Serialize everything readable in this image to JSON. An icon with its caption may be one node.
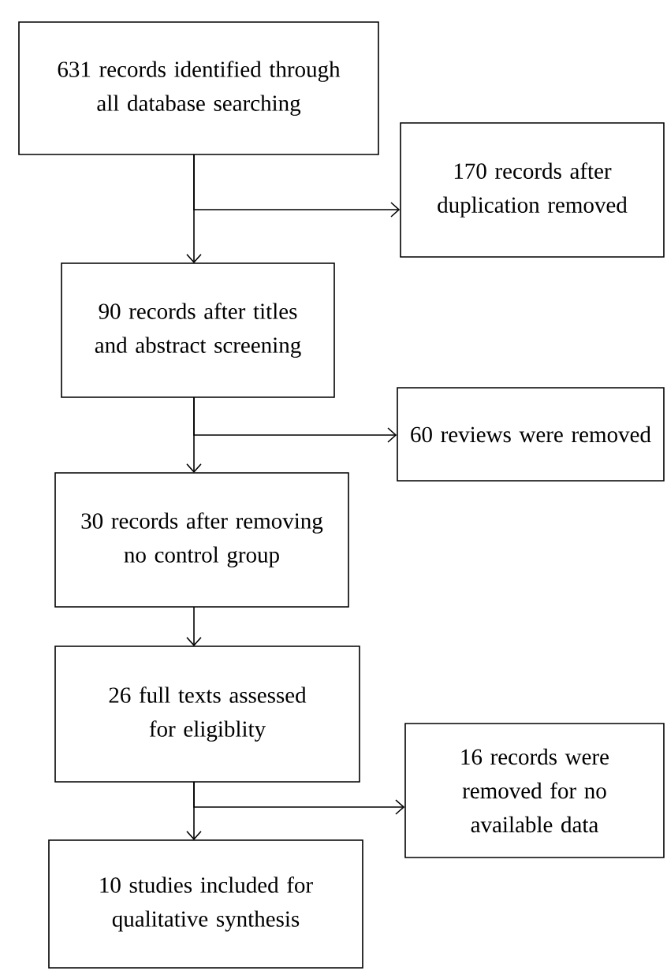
{
  "diagram": {
    "nodes": [
      {
        "text": [
          "631 records identified through all database searching"
        ]
      },
      {
        "text": [
          "170 records after duplication removed"
        ]
      },
      {
        "text": [
          "90 records after titles and abstract screening"
        ]
      },
      {
        "text": [
          "60 reviews were removed"
        ]
      },
      {
        "text": [
          "30 records after removing no control group"
        ]
      },
      {
        "text": [
          "26 full texts assessed for eligiblity"
        ]
      },
      {
        "text": [
          "16 records were removed for no available data"
        ]
      },
      {
        "text": [
          "10 studies included for qualitative synthesis"
        ]
      }
    ],
    "edges": [
      {
        "from": 0,
        "to": 2,
        "arrow": "to"
      },
      {
        "from": 0,
        "to": 1,
        "arrow": "to"
      },
      {
        "from": 2,
        "to": 4,
        "arrow": "to"
      },
      {
        "from": 2,
        "to": 3,
        "arrow": "to"
      },
      {
        "from": 4,
        "to": 5,
        "arrow": "to"
      },
      {
        "from": 5,
        "to": 7,
        "arrow": "to"
      },
      {
        "from": 5,
        "to": 6,
        "arrow": "to"
      }
    ]
  }
}
